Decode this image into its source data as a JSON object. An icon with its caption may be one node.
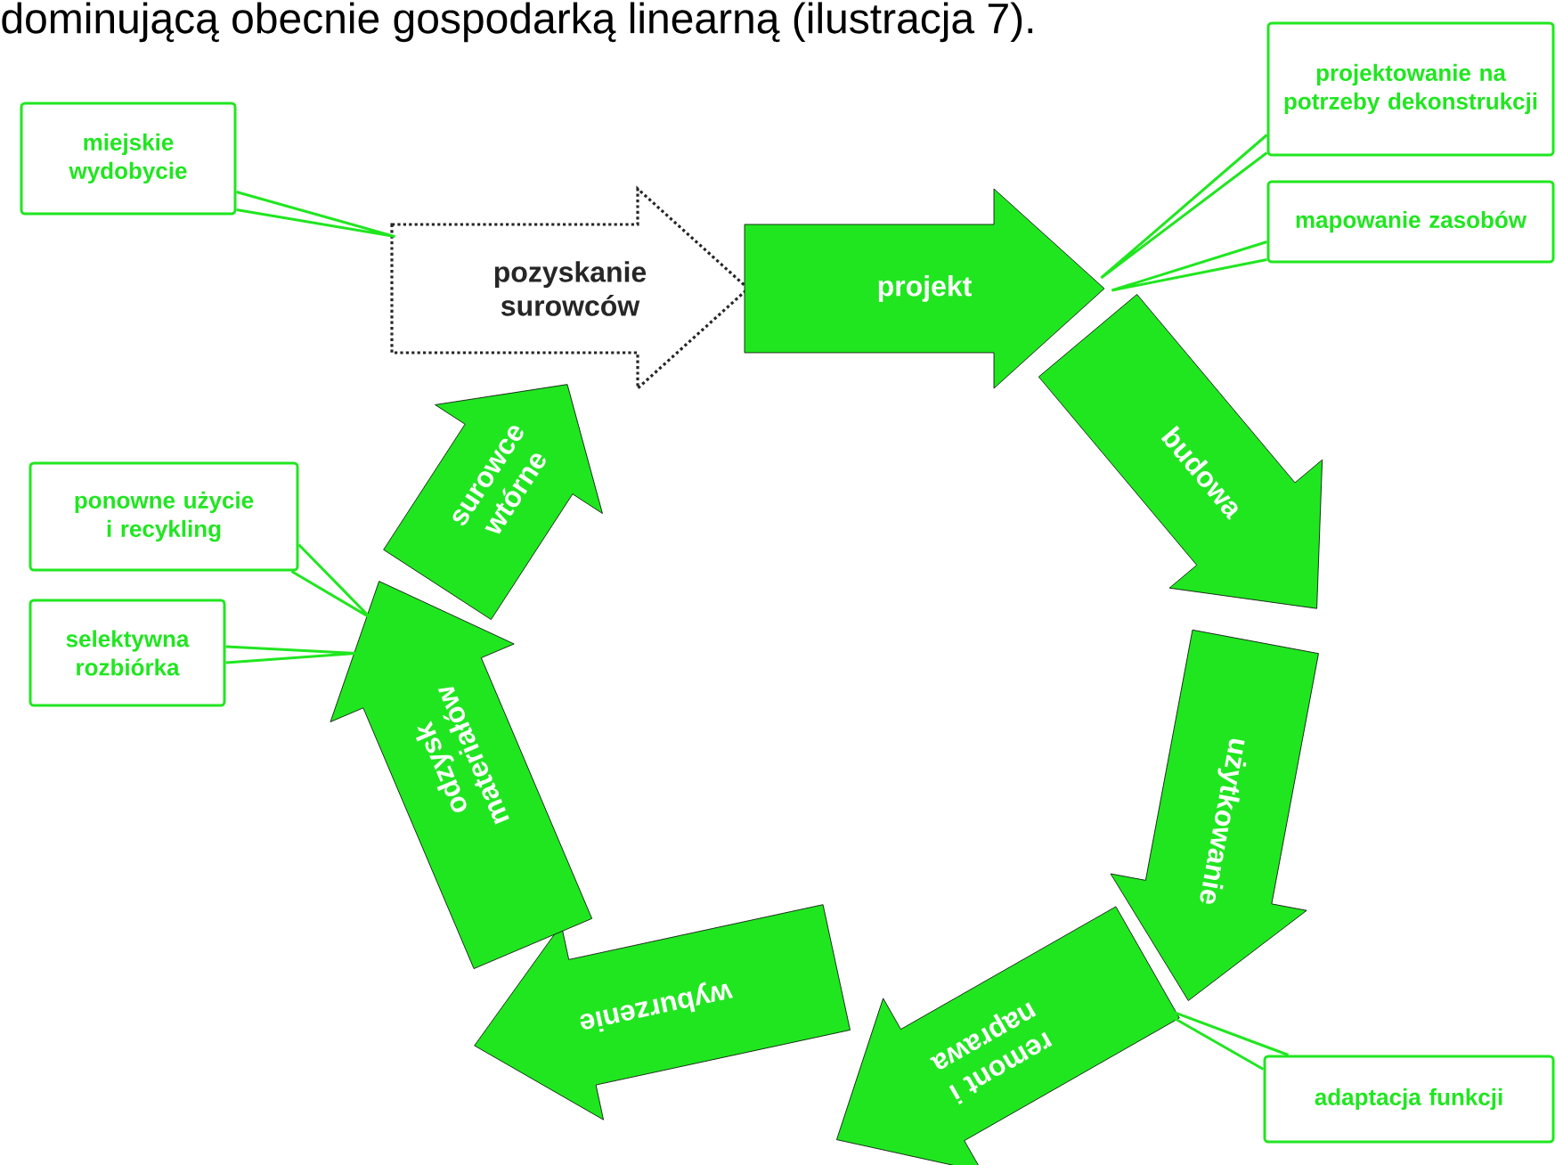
{
  "diagram": {
    "nodes": [
      {
        "text": [
          "pozyskanie surowców"
        ]
      },
      {
        "text": [
          "projekt"
        ]
      },
      {
        "text": [
          "budowa"
        ]
      },
      {
        "text": [
          "użytkowanie"
        ]
      },
      {
        "text": [
          "remont i naprawa"
        ]
      },
      {
        "text": [
          "wyburzenie"
        ]
      },
      {
        "text": [
          "odzysk materiałów"
        ]
      },
      {
        "text": [
          "surowce wtórne"
        ]
      },
      {
        "text": [
          "miejskie wydobycie"
        ]
      },
      {
        "text": [
          "projektowanie na potrzeby dekonstrukcji"
        ]
      },
      {
        "text": [
          "mapowanie zasobów"
        ]
      },
      {
        "text": [
          "ponowne użycie i recykling"
        ]
      },
      {
        "text": [
          "selektywna rozbiórka"
        ]
      },
      {
        "text": [
          "adaptacja funkcji"
        ]
      }
    ],
    "edges": [
      {
        "from": 8,
        "to": 0,
        "arrow": "none"
      },
      {
        "from": 9,
        "to": 1,
        "arrow": "none"
      },
      {
        "from": 10,
        "to": 1,
        "arrow": "none"
      },
      {
        "from": 11,
        "to": 6,
        "arrow": "none"
      },
      {
        "from": 12,
        "to": 6,
        "arrow": "none"
      },
      {
        "from": 13,
        "to": 4,
        "arrow": "none"
      }
    ],
    "labels": [
      "dominującą obecnie gospodarką linearną (ilustracja 7)."
    ]
  }
}
